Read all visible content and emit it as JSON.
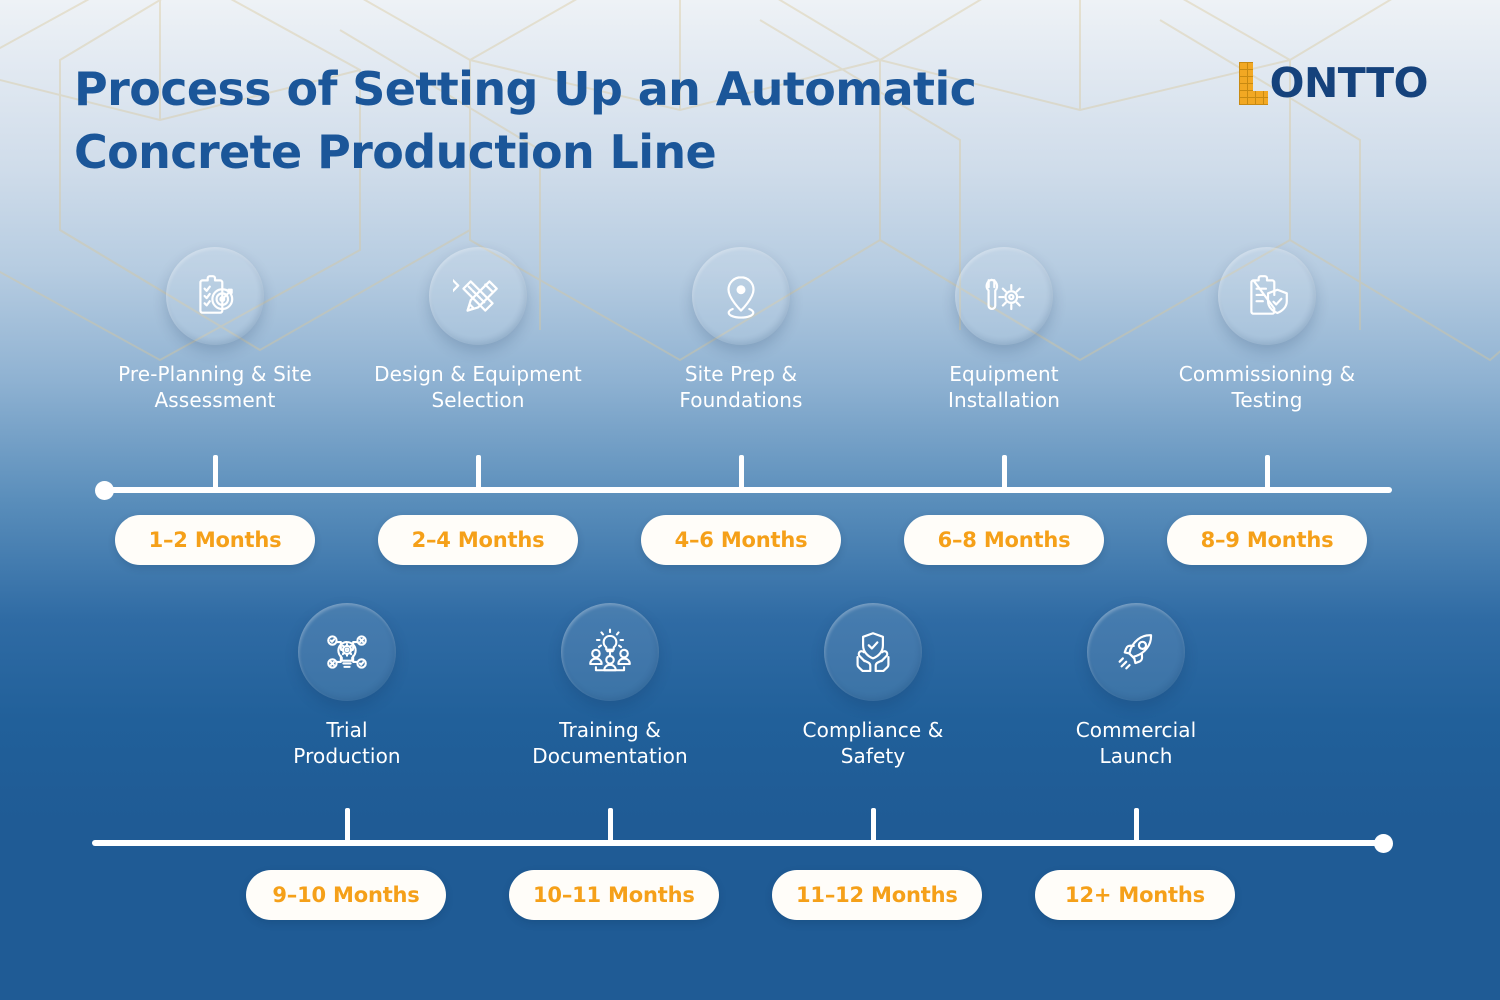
{
  "header": {
    "title": "Process of Setting Up an Automatic\nConcrete Production Line",
    "logo_mark": "L",
    "logo_text": "ONTTO",
    "logo_full": "LONTTO"
  },
  "colors": {
    "title_blue": "#1b5699",
    "logo_navy": "#15427c",
    "logo_gold": "#f2a823",
    "pill_orange": "#f5a019",
    "pill_bg": "#fffdf9",
    "bg_top": "#eef2f6",
    "bg_bottom": "#1f5b95",
    "axis_white": "#ffffff",
    "pattern_gold": "#d8c79a"
  },
  "rows": [
    {
      "name": "row-one",
      "steps": [
        {
          "label": "Pre-Planning & Site\nAssessment",
          "duration": "1–2 Months",
          "icon": "clipboard-target-icon"
        },
        {
          "label": "Design & Equipment\nSelection",
          "duration": "2–4 Months",
          "icon": "pencil-ruler-icon"
        },
        {
          "label": "Site Prep &\nFoundations",
          "duration": "4–6 Months",
          "icon": "location-pin-icon"
        },
        {
          "label": "Equipment\nInstallation",
          "duration": "6–8 Months",
          "icon": "wrench-gear-icon"
        },
        {
          "label": "Commissioning &\nTesting",
          "duration": "8–9 Months",
          "icon": "clipboard-shield-icon"
        }
      ]
    },
    {
      "name": "row-two",
      "steps": [
        {
          "label": "Trial\nProduction",
          "duration": "9–10 Months",
          "icon": "lightbulb-gear-icon"
        },
        {
          "label": "Training &\nDocumentation",
          "duration": "10–11 Months",
          "icon": "training-people-icon"
        },
        {
          "label": "Compliance &\nSafety",
          "duration": "11–12 Months",
          "icon": "hands-shield-icon"
        },
        {
          "label": "Commercial\nLaunch",
          "duration": "12+ Months",
          "icon": "rocket-icon"
        }
      ]
    }
  ]
}
